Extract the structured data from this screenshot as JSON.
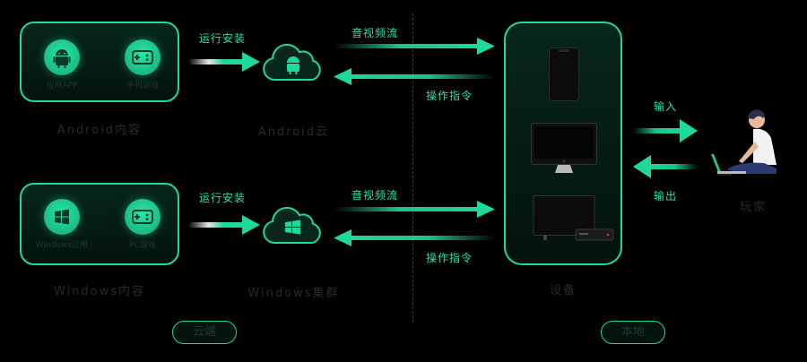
{
  "cloud_zone": {
    "android_content": {
      "items": [
        {
          "label": "应用APP",
          "icon": "android-icon"
        },
        {
          "label": "手机游戏",
          "icon": "gamepad-icon"
        }
      ],
      "caption": "Android内容"
    },
    "windows_content": {
      "items": [
        {
          "label": "Windows应用",
          "icon": "windows-icon"
        },
        {
          "label": "PC游戏",
          "icon": "gamepad-icon"
        }
      ],
      "caption": "Windows内容"
    },
    "android_cloud": {
      "caption": "Android云",
      "icon": "android-icon"
    },
    "windows_cloud": {
      "caption": "Windows集群",
      "icon": "windows-icon"
    },
    "install_label_top": "运行安装",
    "install_label_bottom": "运行安装",
    "pill": "云端"
  },
  "flows": {
    "top": {
      "av_label": "音视频流",
      "cmd_label": "操作指令"
    },
    "bottom": {
      "av_label": "音视频流",
      "cmd_label": "操作指令"
    }
  },
  "local_zone": {
    "device_caption": "设备",
    "devices": [
      "phone-icon",
      "monitor-icon",
      "tv-icon"
    ],
    "input_label": "输入",
    "output_label": "输出",
    "player_caption": "玩家",
    "pill": "本地"
  },
  "colors": {
    "accent": "#1fd89b",
    "background": "#000000"
  }
}
